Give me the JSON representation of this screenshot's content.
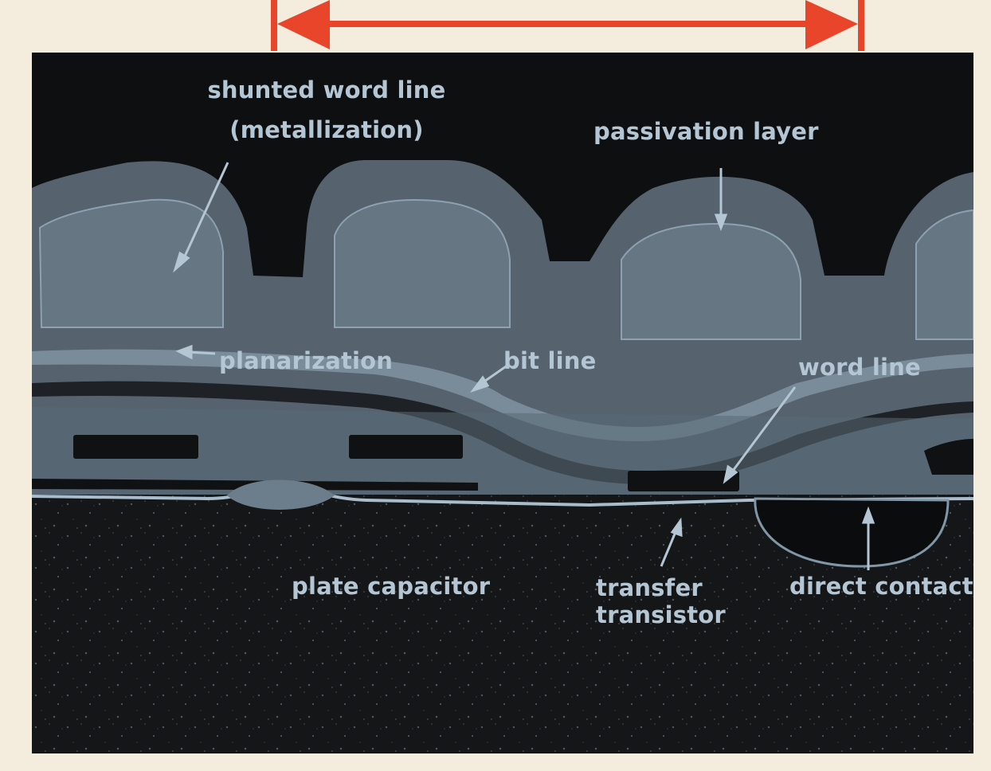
{
  "colors": {
    "background": "#f4ecdc",
    "scale_arrow": "#e8452a",
    "micrograph_dark": "#0e0f11",
    "structure_gray": "#5e6e7c",
    "label_text": "#b4c6d4"
  },
  "labels": {
    "shunted_word_line_1": "shunted word line",
    "shunted_word_line_2": "(metallization)",
    "passivation_layer": "passivation layer",
    "planarization": "planarization",
    "bit_line": "bit line",
    "word_line": "word line",
    "plate_capacitor": "plate capacitor",
    "transfer_transistor_1": "transfer",
    "transfer_transistor_2": "transistor",
    "direct_contact": "direct contact"
  }
}
